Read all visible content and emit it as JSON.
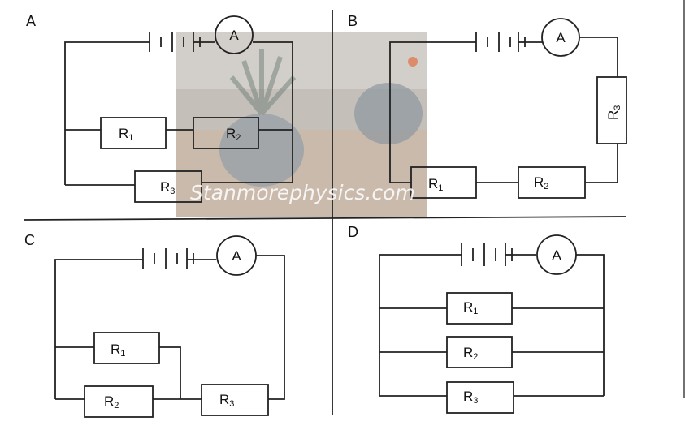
{
  "panels": [
    {
      "label": "A",
      "ammeter": "A",
      "resistors": [
        {
          "letter": "R",
          "sub": "1"
        },
        {
          "letter": "R",
          "sub": "2"
        },
        {
          "letter": "R",
          "sub": "3"
        }
      ]
    },
    {
      "label": "B",
      "ammeter": "A",
      "resistors": [
        {
          "letter": "R",
          "sub": "1"
        },
        {
          "letter": "R",
          "sub": "2"
        },
        {
          "letter": "R",
          "sub": "3"
        }
      ]
    },
    {
      "label": "C",
      "ammeter": "A",
      "resistors": [
        {
          "letter": "R",
          "sub": "1"
        },
        {
          "letter": "R",
          "sub": "2"
        },
        {
          "letter": "R",
          "sub": "3"
        }
      ]
    },
    {
      "label": "D",
      "ammeter": "A",
      "resistors": [
        {
          "letter": "R",
          "sub": "1"
        },
        {
          "letter": "R",
          "sub": "2"
        },
        {
          "letter": "R",
          "sub": "3"
        }
      ]
    }
  ],
  "watermark": "Stanmorephysics.com",
  "colors": {
    "line": "#222222",
    "watermark_bg": "#b9b4ad"
  }
}
